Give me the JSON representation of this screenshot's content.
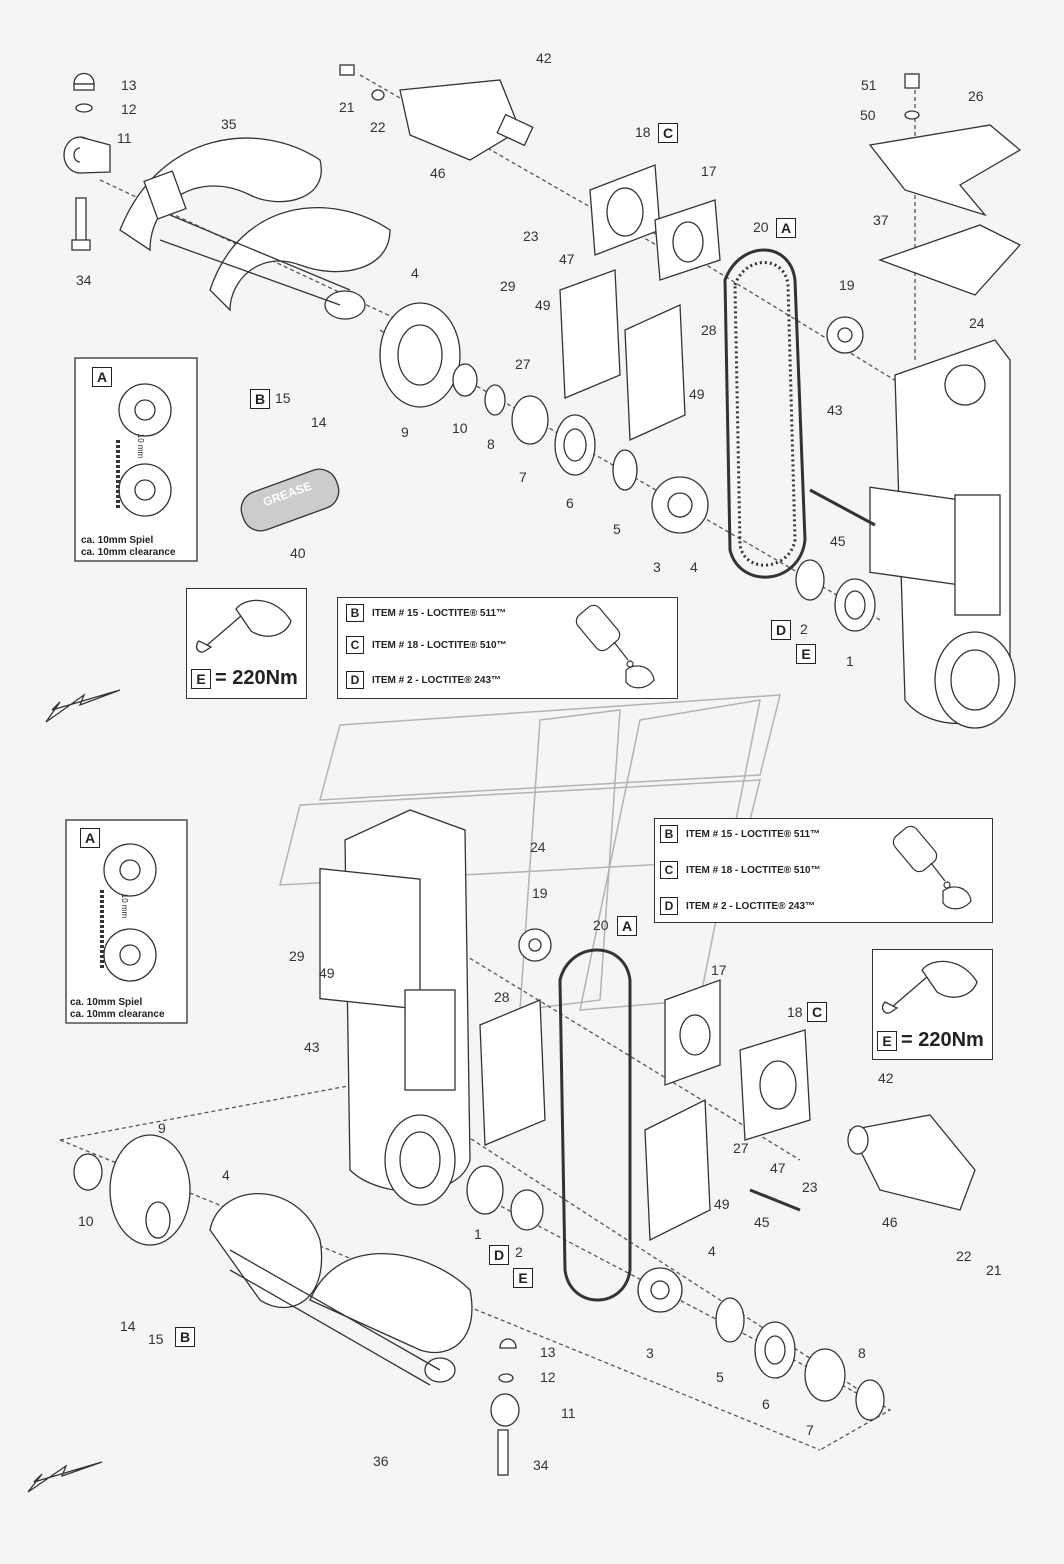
{
  "labels": {
    "p13a": "13",
    "p12a": "12",
    "p11a": "11",
    "p34a": "34",
    "p35": "35",
    "p21a": "21",
    "p22a": "22",
    "p46a": "46",
    "p42a": "42",
    "p18a": "18",
    "p17a": "17",
    "p23a": "23",
    "p47a": "47",
    "p20a": "20",
    "p19a": "19",
    "p51": "51",
    "p50": "50",
    "p26": "26",
    "p37": "37",
    "p24a": "24",
    "p43a": "43",
    "p4a": "4",
    "p29a": "29",
    "p49a": "49",
    "p27a": "27",
    "p28a": "28",
    "p15a": "15",
    "p14a": "14",
    "p9a": "9",
    "p10a": "10",
    "p8a": "8",
    "p7a": "7",
    "p6a": "6",
    "p5a": "5",
    "p3a": "3",
    "p4b": "4",
    "p49b": "49",
    "p45a": "45",
    "p2a": "2",
    "p1a": "1",
    "p40": "40",
    "p24b": "24",
    "p19b": "19",
    "p29b": "29",
    "p49c": "49",
    "p20b": "20",
    "p28b": "28",
    "p43b": "43",
    "p17b": "17",
    "p18b": "18",
    "p42b": "42",
    "p27b": "27",
    "p47b": "47",
    "p23b": "23",
    "p49d": "49",
    "p45b": "45",
    "p46b": "46",
    "p22b": "22",
    "p21b": "21",
    "p9b": "9",
    "p10b": "10",
    "p4c": "4",
    "p1b": "1",
    "p2b": "2",
    "p4d": "4",
    "p14b": "14",
    "p15b": "15",
    "p13b": "13",
    "p12b": "12",
    "p11b": "11",
    "p3b": "3",
    "p5b": "5",
    "p6b": "6",
    "p7b": "7",
    "p8b": "8",
    "p36": "36",
    "p34b": "34"
  },
  "letters": {
    "A": "A",
    "B": "B",
    "C": "C",
    "D": "D",
    "E": "E"
  },
  "detail": {
    "line1": "ca. 10mm Spiel",
    "line2": "ca. 10mm clearance",
    "dim": "10 mm"
  },
  "grease": "GREASE",
  "notes": {
    "b": "ITEM # 15 - LOCTITE® 511™",
    "c": "ITEM # 18 - LOCTITE® 510™",
    "d": "ITEM #  2 - LOCTITE® 243™"
  },
  "torque": "= 220Nm"
}
